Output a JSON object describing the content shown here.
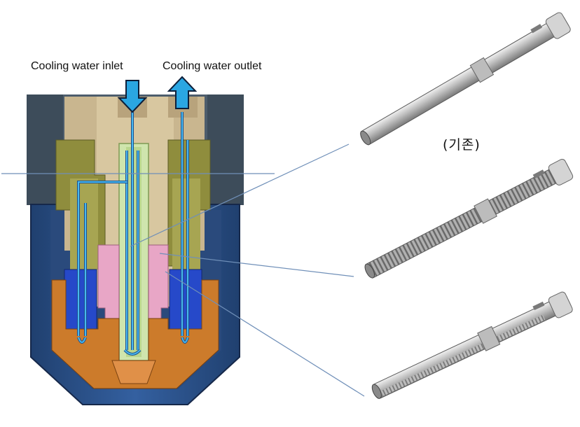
{
  "labels": {
    "inlet": "Cooling water inlet",
    "outlet": "Cooling water outlet",
    "existing": "(기존)"
  },
  "colors": {
    "housing": "#2c4f86",
    "housing_dark": "#1b3358",
    "core_gray": "#4f6070",
    "tan": "#c8b48e",
    "olive": "#8e8c3c",
    "olive_dark": "#6c6b2e",
    "light_green": "#c8e0a6",
    "pink": "#e8a4c4",
    "blue_part": "#2548c8",
    "orange": "#cc7a2a",
    "flow_arrow": "#29a8e0",
    "flow_stroke": "#1a4d8c",
    "leader": "#6f8fb8",
    "tube_light": "#dcdcdc",
    "tube_mid": "#a8a8a8",
    "tube_dark": "#707070"
  },
  "tube_variants": [
    "plain",
    "threaded",
    "ribbed"
  ]
}
